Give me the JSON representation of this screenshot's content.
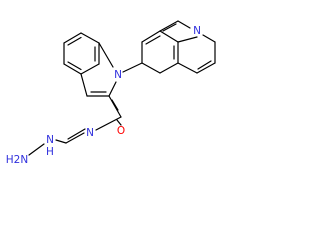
{
  "molecule": {
    "atom_labels": {
      "indole_n": "N",
      "quinoline_n": "N",
      "amide_o": "O",
      "imine_n": "N",
      "hydrazine_nh": "N",
      "hydrazine_nh_h": "H",
      "terminal_nh2": "H2N",
      "terminal_nh2_sub": "2"
    },
    "colors": {
      "nitrogen": "#3030dd",
      "oxygen": "#ff0000",
      "carbon_bond": "#000000",
      "background": "#ffffff"
    }
  }
}
